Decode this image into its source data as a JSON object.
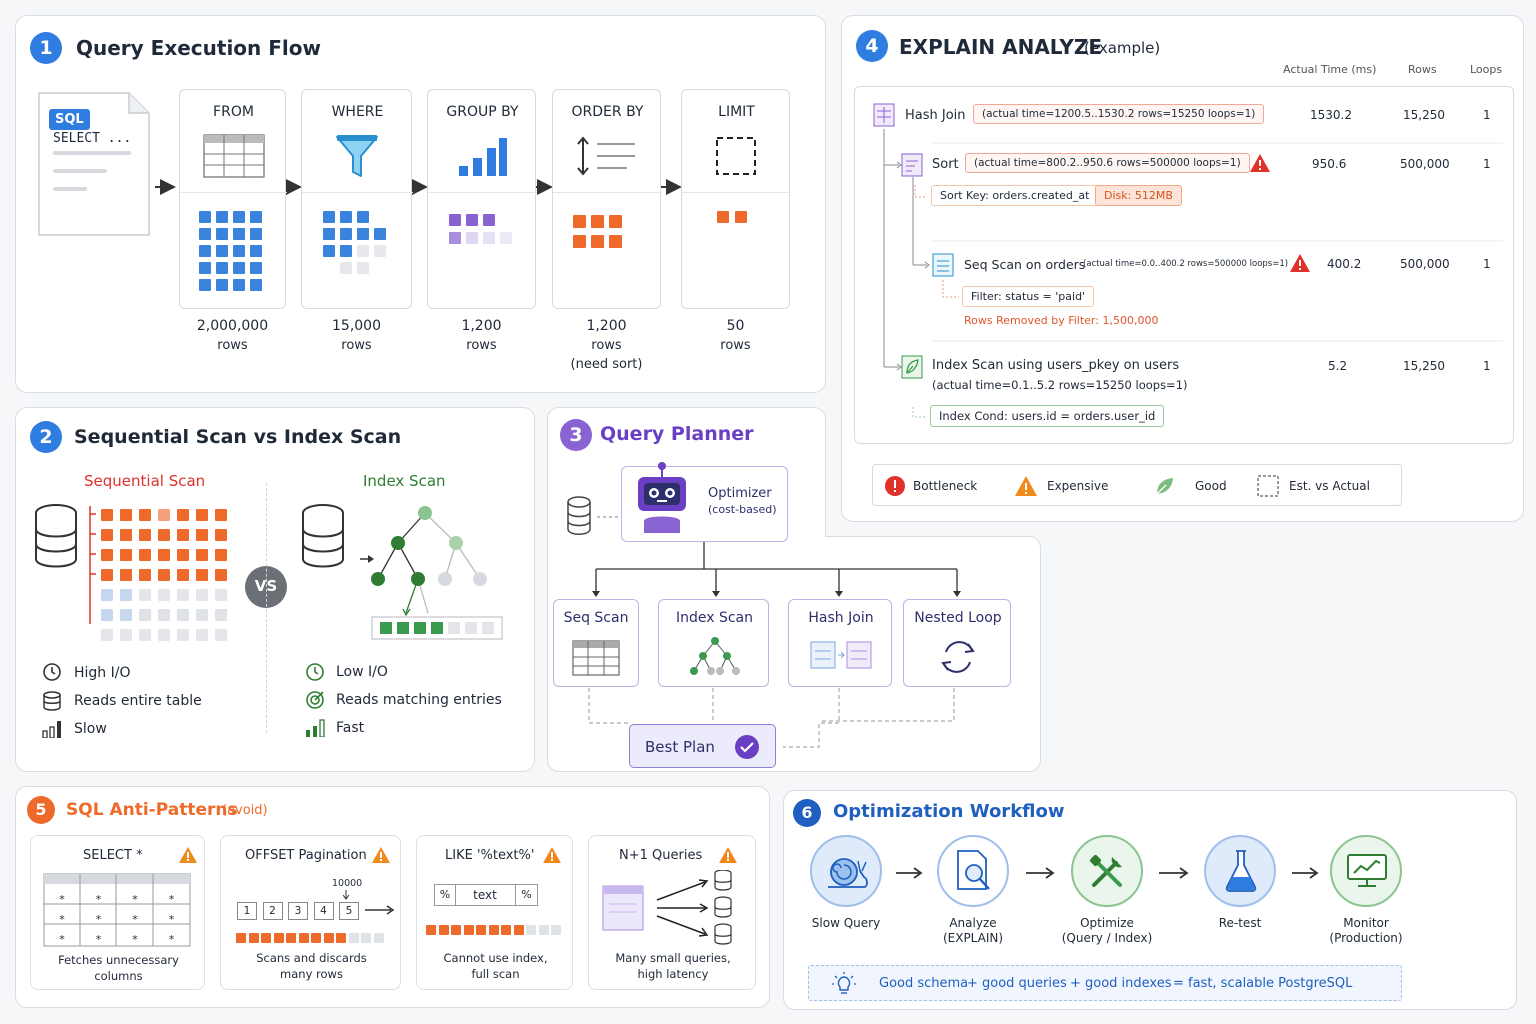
{
  "s1": {
    "num": "1",
    "title": "Query Execution Flow",
    "doc": {
      "badge": "SQL",
      "text": "SELECT ..."
    },
    "stages": [
      {
        "label": "FROM",
        "count": "2,000,000",
        "unit": "rows",
        "note": ""
      },
      {
        "label": "WHERE",
        "count": "15,000",
        "unit": "rows",
        "note": ""
      },
      {
        "label": "GROUP BY",
        "count": "1,200",
        "unit": "rows",
        "note": ""
      },
      {
        "label": "ORDER BY",
        "count": "1,200",
        "unit": "rows",
        "note": "(need sort)"
      },
      {
        "label": "LIMIT",
        "count": "50",
        "unit": "rows",
        "note": ""
      }
    ]
  },
  "s2": {
    "num": "2",
    "title": "Sequential Scan vs Index Scan",
    "seq_title": "Sequential Scan",
    "idx_title": "Index Scan",
    "vs": "VS",
    "seq_props": [
      "High I/O",
      "Reads entire table",
      "Slow"
    ],
    "idx_props": [
      "Low I/O",
      "Reads matching entries",
      "Fast"
    ]
  },
  "s3": {
    "num": "3",
    "title": "Query Planner",
    "optimizer": "Optimizer",
    "optimizer_sub": "(cost-based)",
    "plans": [
      "Seq Scan",
      "Index Scan",
      "Hash Join",
      "Nested Loop"
    ],
    "best": "Best Plan"
  },
  "s4": {
    "num": "4",
    "title": "EXPLAIN ANALYZE",
    "title_sub": "(example)",
    "columns": [
      "Actual Time (ms)",
      "Rows",
      "Loops"
    ],
    "nodes": {
      "hash": {
        "name": "Hash Join",
        "detail": "(actual time=1200.5..1530.2 rows=15250 loops=1)",
        "time": "1530.2",
        "rows": "15,250",
        "loops": "1"
      },
      "sort": {
        "name": "Sort",
        "detail": "(actual time=800.2..950.6  rows=500000  loops=1)",
        "time": "950.6",
        "rows": "500,000",
        "loops": "1",
        "key": "Sort Key: orders.created_at",
        "disk": "Disk: 512MB"
      },
      "seq": {
        "name": "Seq Scan on orders",
        "detail": "(actual time=0.0..400.2 rows=500000 loops=1)",
        "time": "400.2",
        "rows": "500,000",
        "loops": "1",
        "filter": "Filter: status = 'paid'",
        "removed": "Rows Removed by Filter: 1,500,000"
      },
      "idx": {
        "name": "Index Scan using users_pkey on users",
        "detail": "(actual time=0.1..5.2 rows=15250 loops=1)",
        "time": "5.2",
        "rows": "15,250",
        "loops": "1",
        "cond": "Index Cond: users.id = orders.user_id"
      }
    },
    "legend": [
      "Bottleneck",
      "Expensive",
      "Good",
      "Est. vs Actual"
    ]
  },
  "s5": {
    "num": "5",
    "title": "SQL Anti-Patterns",
    "title_sub": "(avoid)",
    "cards": [
      {
        "title": "SELECT *",
        "desc1": "Fetches unnecessary",
        "desc2": "columns"
      },
      {
        "title": "OFFSET Pagination",
        "desc1": "Scans and discards",
        "desc2": "many rows"
      },
      {
        "title": "LIKE '%text%'",
        "desc1": "Cannot use index,",
        "desc2": "full scan"
      },
      {
        "title": "N+1 Queries",
        "desc1": "Many small queries,",
        "desc2": "high latency"
      }
    ],
    "star": "*",
    "pages": [
      "1",
      "2",
      "3",
      "4",
      "5"
    ],
    "offset_val": "10000",
    "like_parts": [
      "%",
      "text",
      "%"
    ]
  },
  "s6": {
    "num": "6",
    "title": "Optimization Workflow",
    "steps": [
      {
        "l1": "Slow Query",
        "l2": ""
      },
      {
        "l1": "Analyze",
        "l2": "(EXPLAIN)"
      },
      {
        "l1": "Optimize",
        "l2": "(Query / Index)"
      },
      {
        "l1": "Re-test",
        "l2": ""
      },
      {
        "l1": "Monitor",
        "l2": "(Production)"
      }
    ],
    "formula": {
      "a": "Good schema",
      "plus1": "+",
      "b": "good queries",
      "plus2": "+",
      "c": "good indexes",
      "eq": "=",
      "d": "fast, scalable PostgreSQL"
    }
  },
  "colors": {
    "blue": "#2f7de1",
    "orange": "#ee6a2b",
    "purple": "#8a63d2",
    "green": "#3c9a4f",
    "red": "#e0312b",
    "navy": "#1f5fbf"
  }
}
